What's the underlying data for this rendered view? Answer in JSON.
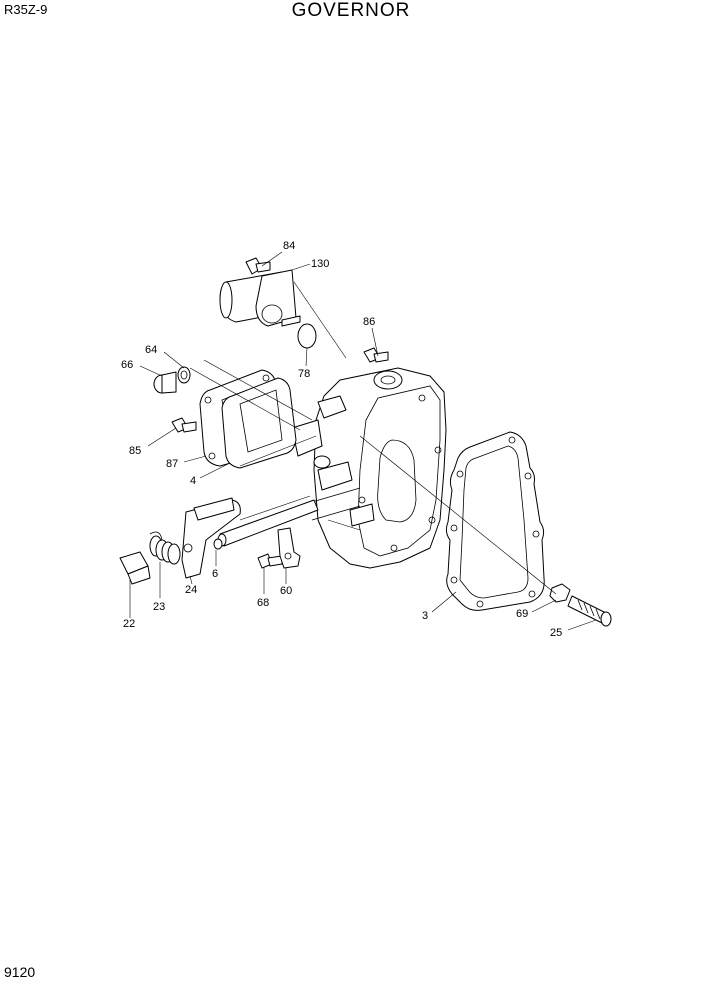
{
  "header": {
    "model": "R35Z-9",
    "title": "GOVERNOR"
  },
  "footer": {
    "page_number": "9120"
  },
  "callouts": [
    "84",
    "130",
    "86",
    "64",
    "66",
    "78",
    "85",
    "87",
    "4",
    "3",
    "69",
    "25",
    "22",
    "23",
    "24",
    "6",
    "68",
    "60"
  ]
}
